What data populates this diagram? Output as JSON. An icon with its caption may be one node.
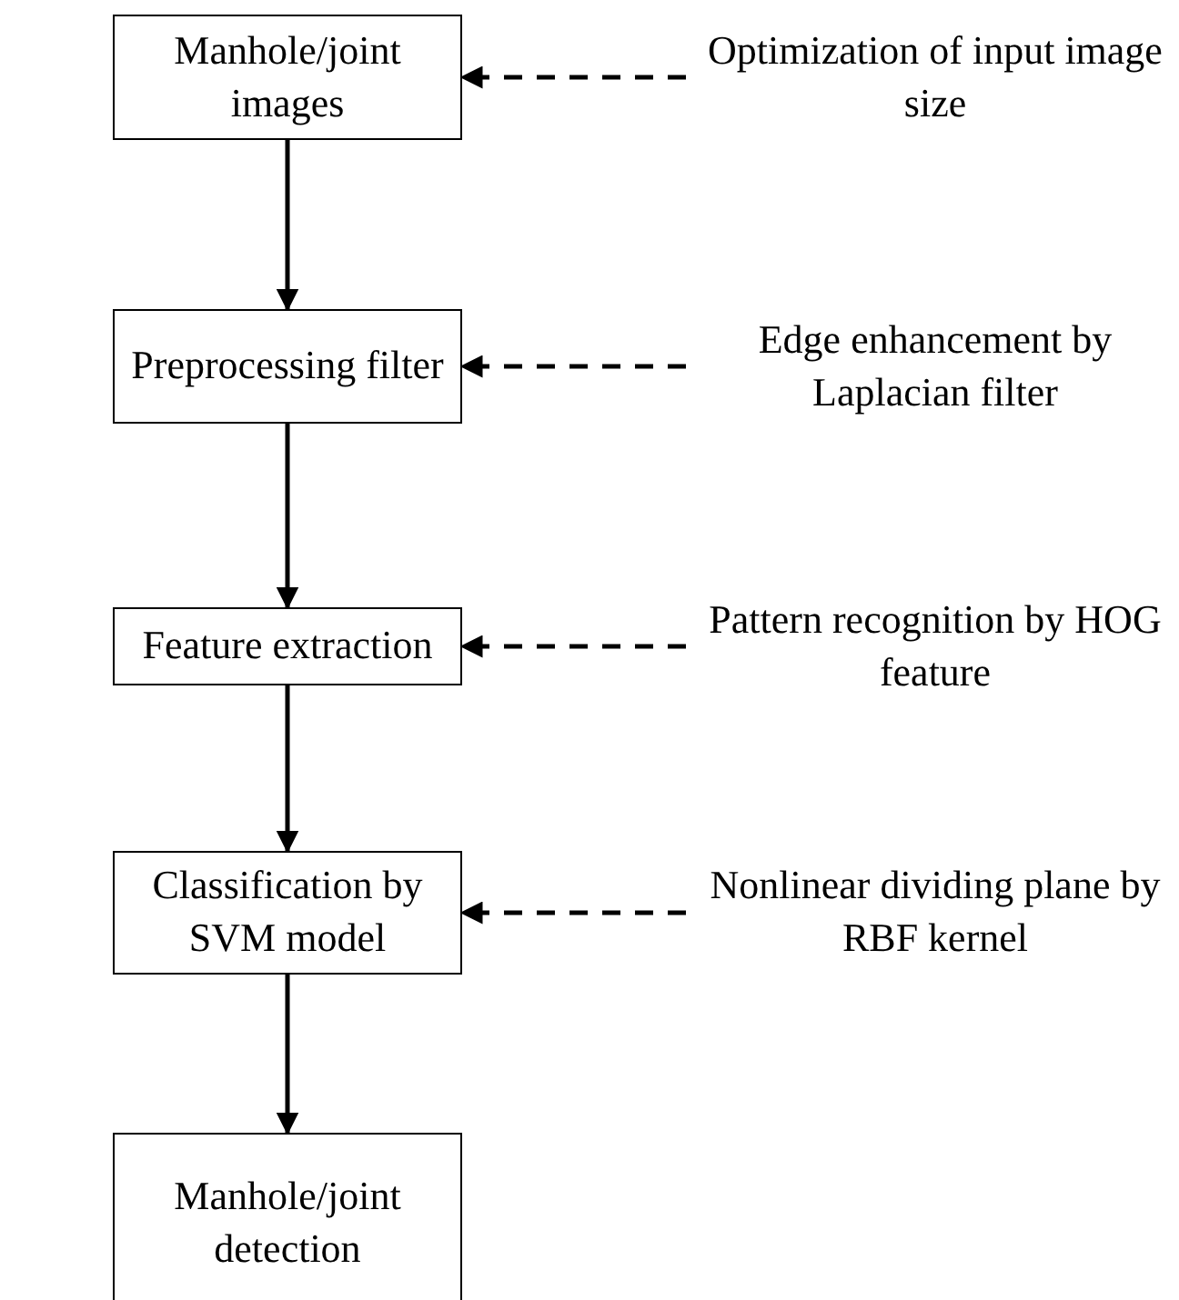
{
  "diagram": {
    "nodes": [
      {
        "text": [
          "Manhole/joint images"
        ]
      },
      {
        "text": [
          "Preprocessing filter"
        ]
      },
      {
        "text": [
          "Feature extraction"
        ]
      },
      {
        "text": [
          "Classification by SVM model"
        ]
      },
      {
        "text": [
          "Manhole/joint detection"
        ]
      },
      {
        "text": [
          "Optimization of input image size"
        ]
      },
      {
        "text": [
          "Edge enhancement by Laplacian filter"
        ]
      },
      {
        "text": [
          "Pattern recognition by HOG feature"
        ]
      },
      {
        "text": [
          "Nonlinear dividing plane by RBF kernel"
        ]
      }
    ],
    "edges": [
      {
        "from": 0,
        "to": 1,
        "arrow": "to"
      },
      {
        "from": 1,
        "to": 2,
        "arrow": "to"
      },
      {
        "from": 2,
        "to": 3,
        "arrow": "to"
      },
      {
        "from": 3,
        "to": 4,
        "arrow": "to"
      },
      {
        "from": 5,
        "to": 0,
        "arrow": "to",
        "style": "dashed"
      },
      {
        "from": 6,
        "to": 1,
        "arrow": "to",
        "style": "dashed"
      },
      {
        "from": 7,
        "to": 2,
        "arrow": "to",
        "style": "dashed"
      },
      {
        "from": 8,
        "to": 3,
        "arrow": "to",
        "style": "dashed"
      }
    ]
  }
}
